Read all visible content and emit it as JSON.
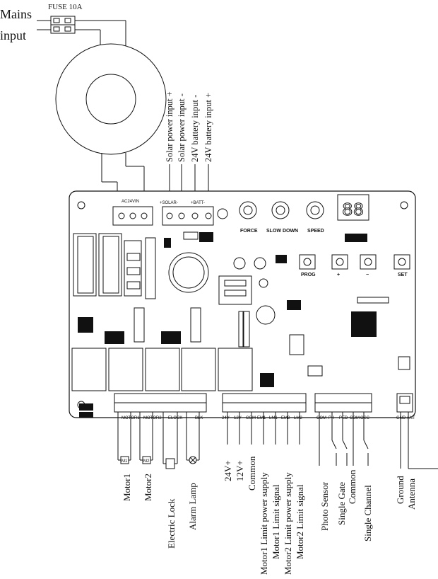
{
  "mains": {
    "line1": "Mains",
    "line2": "input"
  },
  "fuse": "FUSE 10A",
  "power_inputs": [
    "Solar power input +",
    "Solar power input -",
    "24V battery input -",
    "24V battery input +"
  ],
  "board": {
    "ac_label": "AC24VIN",
    "solar_label": "+SOLAR-",
    "batt_label": "+BATT-",
    "knobs": [
      "FORCE",
      "SLOW DOWN",
      "SPEED"
    ],
    "buttons": [
      "PROG",
      "+",
      "−",
      "SET"
    ],
    "motor_terminal_labels": [
      "MOTOR1",
      "MOTOR2",
      "ELOCK",
      "BLK"
    ],
    "signal_terminal_labels": [
      "24V",
      "12V",
      "COM",
      "EM1",
      "LM1",
      "EM2",
      "LM2"
    ],
    "sensor_terminal_labels": [
      "COM",
      "PH",
      "PED",
      "COM",
      "OSC"
    ],
    "antenna_terminal_label": "GND ANT"
  },
  "bottom_labels": {
    "motor_group": [
      "Motor1",
      "Motor2",
      "Electric Lock",
      "Alarm Lamp"
    ],
    "signal_group": [
      "24V+",
      "12V+",
      "Common",
      "Motor1 Limit power supply",
      "Motor1 Limit signal",
      "Motor2 Limit power supply",
      "Motor2 Limit signal"
    ],
    "sensor_group": [
      "Photo Sensor",
      "Single Gate",
      "Common",
      "Single Channel"
    ],
    "antenna_group": [
      "Ground",
      "Antenna"
    ]
  },
  "motor_marks": [
    "M1",
    "M2"
  ]
}
